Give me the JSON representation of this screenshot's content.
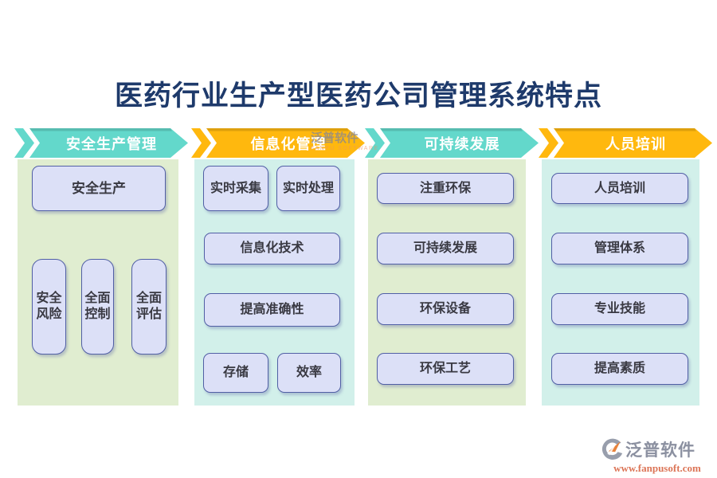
{
  "title": "医药行业生产型医药公司管理系统特点",
  "colors": {
    "title_text": "#1E3A6B",
    "banner_teal": "#63D8CB",
    "banner_orange": "#FFB80E",
    "column_green": "#E0EDD0",
    "column_cyan": "#D2F0EA",
    "box_fill": "#DCE0F7",
    "box_border": "#515FA5",
    "box_text": "#393942",
    "logo_gray": "#8B90A0",
    "logo_url_orange": "#DC7557"
  },
  "columns": [
    {
      "header": "安全生产管理",
      "boxes": {
        "main": "安全生产",
        "v1": "安全风险",
        "v2": "全面控制",
        "v3": "全面评估"
      }
    },
    {
      "header": "信息化管理",
      "boxes": {
        "r1a": "实时采集",
        "r1b": "实时处理",
        "r2": "信息化技术",
        "r3": "提高准确性",
        "r4a": "存储",
        "r4b": "效率"
      }
    },
    {
      "header": "可持续发展",
      "boxes": {
        "r1": "注重环保",
        "r2": "可持续发展",
        "r3": "环保设备",
        "r4": "环保工艺"
      }
    },
    {
      "header": "人员培训",
      "boxes": {
        "r1": "人员培训",
        "r2": "管理体系",
        "r3": "专业技能",
        "r4": "提高素质"
      }
    }
  ],
  "watermark": {
    "text": "泛普软件",
    "subtext": "FANPU SOFTWARE"
  },
  "logo": {
    "name": "泛普软件",
    "url": "www.fanpusoft.com"
  }
}
